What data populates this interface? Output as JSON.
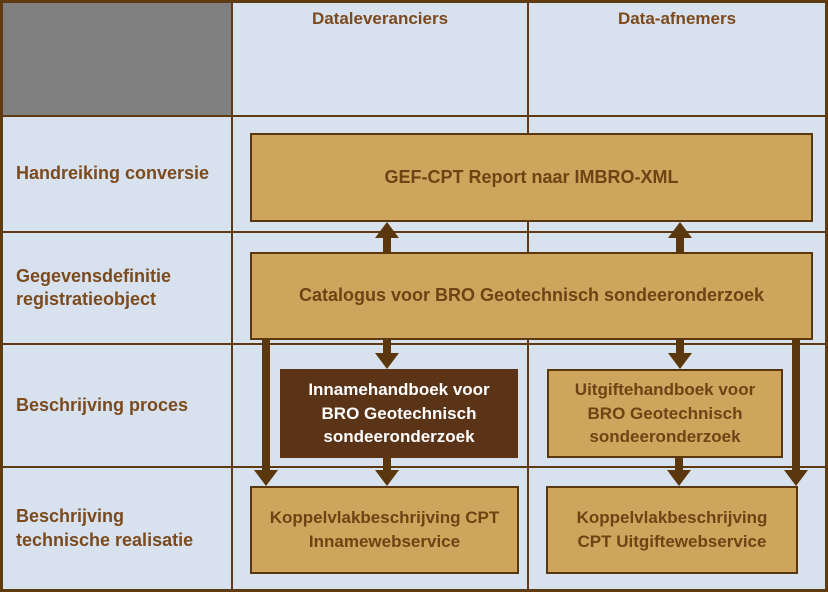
{
  "diagram": {
    "title_hint": "BRO CPT documentation overview matrix",
    "header": {
      "columns": [
        {
          "label": "Dataleveranciers"
        },
        {
          "label": "Data-afnemers"
        }
      ]
    },
    "row_labels": [
      "Handreiking conversie",
      "Gegevensdefinitie registratieobject",
      "Beschrijving proces",
      "Beschrijving technische realisatie"
    ],
    "boxes": {
      "gef": {
        "label": "GEF-CPT Report naar IMBRO-XML"
      },
      "catalogus": {
        "label": "Catalogus voor BRO Geotechnisch sondeeronderzoek"
      },
      "innamehandboek": {
        "label": "Innamehandboek voor BRO Geotechnisch sondeeronderzoek"
      },
      "uitgiftehandboek": {
        "label": "Uitgiftehandboek voor BRO Geotechnisch sondeeronderzoek"
      },
      "koppelvlak_inname": {
        "label": "Koppelvlakbeschrijving CPT Innamewebservice"
      },
      "koppelvlak_uitgifte": {
        "label": "Koppelvlakbeschrijving CPT Uitgiftewebservice"
      }
    },
    "colors": {
      "blue": "#D8E2EF",
      "gray": "#808080",
      "tan": "#CDA55D",
      "line": "#5E3B10",
      "border": "#5A370D",
      "darkbox": "#5B3418",
      "labeltext": "#7B4A1E",
      "boxtext": "#6E4414"
    }
  }
}
